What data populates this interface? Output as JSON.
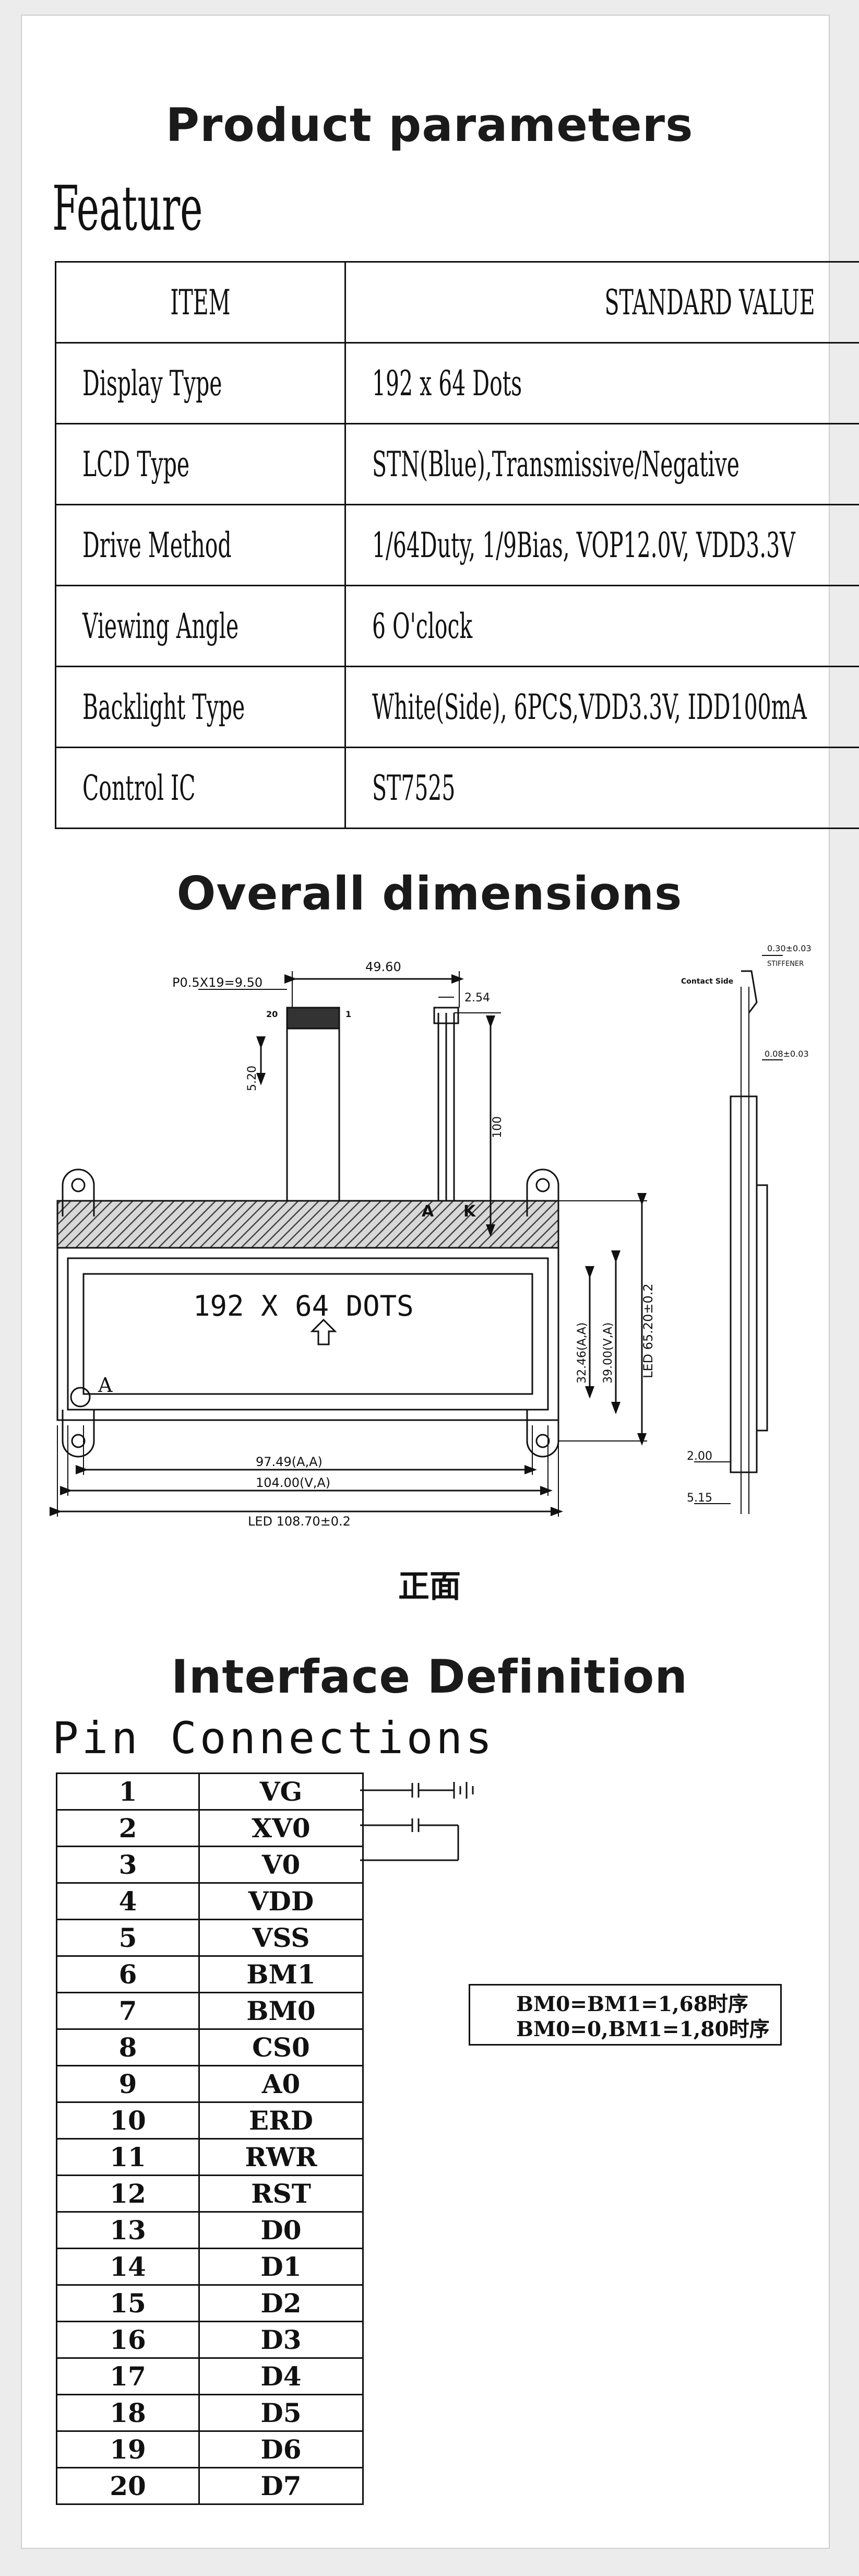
{
  "titles": {
    "product_parameters": "Product parameters",
    "feature": "Feature",
    "overall_dimensions": "Overall dimensions",
    "interface_definition": "Interface Definition",
    "pin_connections": "Pin Connections",
    "front_view": "正面"
  },
  "feature_table": {
    "header": [
      "ITEM",
      "STANDARD VALUE"
    ],
    "rows": [
      {
        "item": "Display Type",
        "value": "192 x 64 Dots"
      },
      {
        "item": "LCD Type",
        "value": "STN(Blue),Transmissive/Negative"
      },
      {
        "item": "Drive Method",
        "value": "1/64Duty, 1/9Bias, VOP12.0V, VDD3.3V"
      },
      {
        "item": "Viewing Angle",
        "value": "6 O'clock"
      },
      {
        "item": "Backlight Type",
        "value": "White(Side), 6PCS,VDD3.3V, IDD100mA"
      },
      {
        "item": "Control IC",
        "value": "ST7525"
      }
    ]
  },
  "drawing": {
    "display_text": "192 X 64 DOTS",
    "pitch": "P0.5X19=9.50",
    "pin20": "20",
    "pin1": "1",
    "width_49_60": "49.60",
    "pitch_2_54": "2.54",
    "dim_5_20": "5.20",
    "dim_100": "100",
    "anode": "A",
    "cathode": "K",
    "corner_a": "A",
    "va_height": "32.46(A,A)",
    "vv_height": "39.00(V,A)",
    "led_height": "LED 65.20±0.2",
    "aa_width": "97.49(A,A)",
    "va_width": "104.00(V,A)",
    "led_width": "LED 108.70±0.2",
    "contact_side": "Contact Side",
    "side_top": "0.30±0.03",
    "side_top2": "STIFFENER",
    "side_mid": "0.08±0.03",
    "side_2": "2.00",
    "side_5": "5.15"
  },
  "pins": [
    {
      "no": "1",
      "name": "VG"
    },
    {
      "no": "2",
      "name": "XV0"
    },
    {
      "no": "3",
      "name": "V0"
    },
    {
      "no": "4",
      "name": "VDD"
    },
    {
      "no": "5",
      "name": "VSS"
    },
    {
      "no": "6",
      "name": "BM1"
    },
    {
      "no": "7",
      "name": "BM0"
    },
    {
      "no": "8",
      "name": "CS0"
    },
    {
      "no": "9",
      "name": "A0"
    },
    {
      "no": "10",
      "name": "ERD"
    },
    {
      "no": "11",
      "name": "RWR"
    },
    {
      "no": "12",
      "name": "RST"
    },
    {
      "no": "13",
      "name": "D0"
    },
    {
      "no": "14",
      "name": "D1"
    },
    {
      "no": "15",
      "name": "D2"
    },
    {
      "no": "16",
      "name": "D3"
    },
    {
      "no": "17",
      "name": "D4"
    },
    {
      "no": "18",
      "name": "D5"
    },
    {
      "no": "19",
      "name": "D6"
    },
    {
      "no": "20",
      "name": "D7"
    }
  ],
  "note": {
    "line1": "BM0=BM1=1,68时序",
    "line2": "BM0=0,BM1=1,80时序"
  },
  "colors": {
    "border": "#111111",
    "background": "#ffffff",
    "page": "#ececec"
  }
}
